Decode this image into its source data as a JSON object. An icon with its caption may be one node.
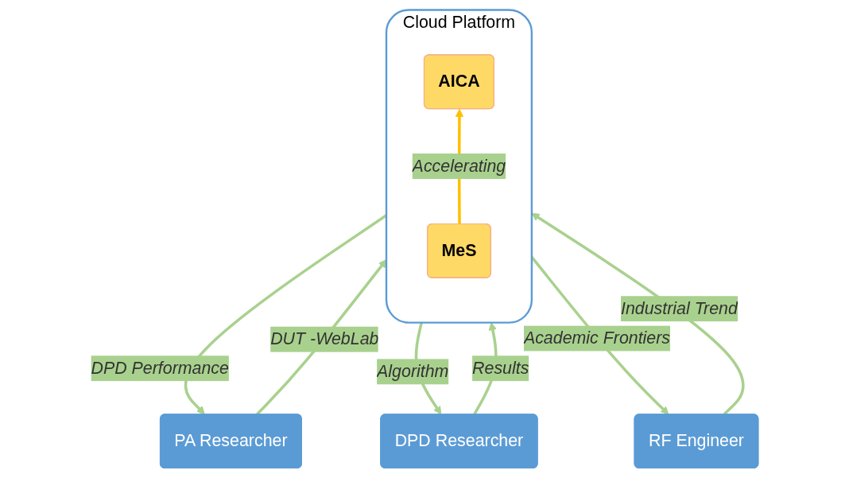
{
  "diagram": {
    "nodes": [
      {
        "text": [
          "PA Researcher"
        ]
      },
      {
        "text": [
          "DPD Researcher"
        ]
      },
      {
        "text": [
          "Cloud Platform"
        ]
      },
      {
        "text": [
          "AICA"
        ],
        "in": 2
      },
      {
        "text": [
          "MeS"
        ],
        "in": 2
      },
      {
        "text": [
          "RF Engineer"
        ]
      }
    ],
    "edges": [
      {
        "from": 0,
        "to": 2,
        "arrow": "to",
        "label": "DUT -WebLab"
      },
      {
        "from": 2,
        "to": 0,
        "arrow": "to",
        "label": "DPD Performance"
      },
      {
        "from": 1,
        "to": 2,
        "arrow": "to",
        "label": "Results"
      },
      {
        "from": 2,
        "to": 1,
        "arrow": "to",
        "label": "Algorithm"
      },
      {
        "from": 4,
        "to": 3,
        "arrow": "to",
        "label": "Accelerating",
        "color": "#ffc000"
      },
      {
        "from": 2,
        "to": 5,
        "arrow": "to",
        "label": "Academic Frontiers"
      },
      {
        "from": 5,
        "to": 2,
        "arrow": "to",
        "label": "Industrial Trend"
      }
    ]
  }
}
